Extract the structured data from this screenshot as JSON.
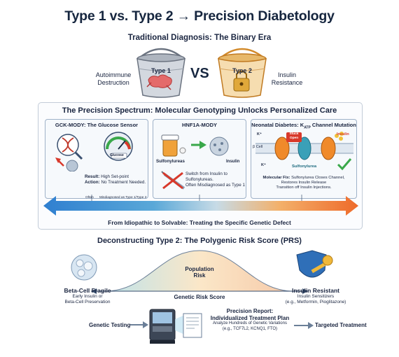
{
  "title": "Type 1 vs. Type 2 → Precision Diabetology",
  "binary": {
    "heading": "Traditional Diagnosis: The Binary Era",
    "left_label_1": "Autoimmune",
    "left_label_2": "Destruction",
    "bucket1": "Type 1",
    "vs": "VS",
    "bucket2": "Type 2",
    "right_label_1": "Insulin",
    "right_label_2": "Resistance"
  },
  "spectrum": {
    "heading": "The Precision Spectrum: Molecular Genotyping Unlocks Personalized Care",
    "panel1": {
      "title": "GCK-MODY: The Glucose Sensor",
      "gauge": "Glucose",
      "result_label": "Result:",
      "result": "High Set-point",
      "action_label": "Action:",
      "action": "No Treatment Needed."
    },
    "panel2": {
      "title": "HNF1A-MODY",
      "drug": "Sulfonylureas",
      "insulin": "Insulin",
      "text1": "Switch from Insulin to",
      "text2": "Sulfonylureas.",
      "text3": "Often Misdiagnosed as Type 1"
    },
    "panel3": {
      "title": "Neonatal Diabetes: K",
      "title_sub": "ATP",
      "title_end": " Channel Mutation",
      "kplus1": "K⁺",
      "stuck": "Stuck",
      "open": "Open",
      "insulin": "Insulin",
      "beta": "β Cell",
      "kplus2": "K⁺",
      "drug": "Sulfonylurea",
      "fix_label": "Molecular Fix:",
      "fix1": "Sulfonylurea Closes Channel,",
      "fix2": "Restores Insulin Release",
      "fix3": "Transition off Insulin Injections."
    },
    "often": "Often",
    "misdiagnosed": "Misdiagnosed as Type 1/Type 2",
    "band_caption": "From Idiopathic to Solvable: Treating the Specific Genetic Defect"
  },
  "prs": {
    "heading": "Deconstructing Type 2: The Polygenic Risk Score (PRS)",
    "population_1": "Population",
    "population_2": "Risk",
    "axis": "Genetic Risk Score",
    "left_title": "Beta-Cell Fragile",
    "left_1": "Early Insulin or",
    "left_2": "Beta-Cell Preservation",
    "right_title": "Insulin Resistant",
    "right_1": "Insulin Sensitizers",
    "right_2": "(e.g., Metformin, Pioglitazone)"
  },
  "flow": {
    "testing": "Genetic Testing",
    "report_title_1": "Precision Report:",
    "report_title_2": "Individualized Treatment Plan",
    "report_sub_1": "Analyze Hundreds of Genetic Variations",
    "report_sub_2": "(e.g., TCF7L2, KCNQ1, FTO)",
    "targeted": "Targeted Treatment"
  },
  "colors": {
    "navy": "#16263f",
    "teal": "#3aa0b8",
    "orange": "#f08a2a",
    "bucket_grey": "#c9ced6",
    "red": "#d8392b",
    "green": "#3aa84a"
  }
}
